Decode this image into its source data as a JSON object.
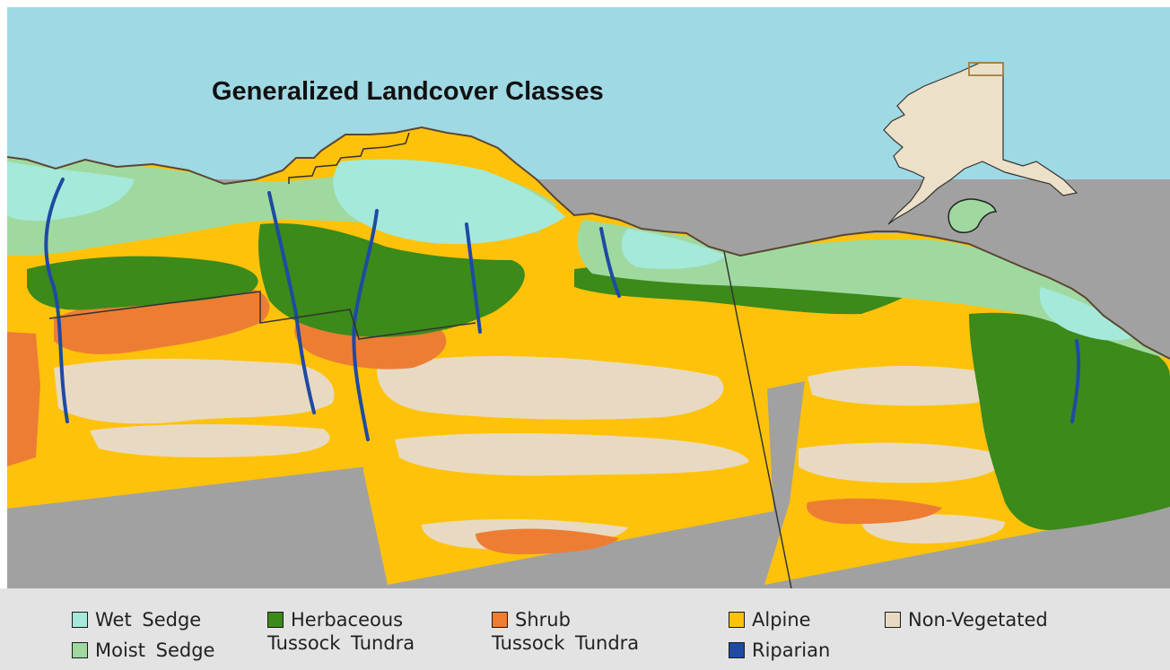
{
  "title": "Generalized Landcover Classes",
  "colors": {
    "ocean": "#9fd9e4",
    "wet_sedge": "#a4e9da",
    "moist_sedge": "#a0d9a0",
    "herbaceous_tussock_tundra": "#3b8a1a",
    "shrub_tussock_tundra": "#ee7d34",
    "alpine": "#ffc20a",
    "riparian": "#1f4aa3",
    "non_vegetated": "#e8dac2",
    "no_data": "#a1a1a1",
    "alaska_inset": "#ede0c8"
  },
  "legend": {
    "wet_sedge": "Wet Sedge",
    "moist_sedge": "Moist Sedge",
    "herbaceous_line1": "Herbaceous",
    "herbaceous_line2": "Tussock Tundra",
    "shrub_line1": "Shrub",
    "shrub_line2": "Tussock Tundra",
    "alpine": "Alpine",
    "riparian": "Riparian",
    "non_vegetated": "Non-Vegetated"
  }
}
